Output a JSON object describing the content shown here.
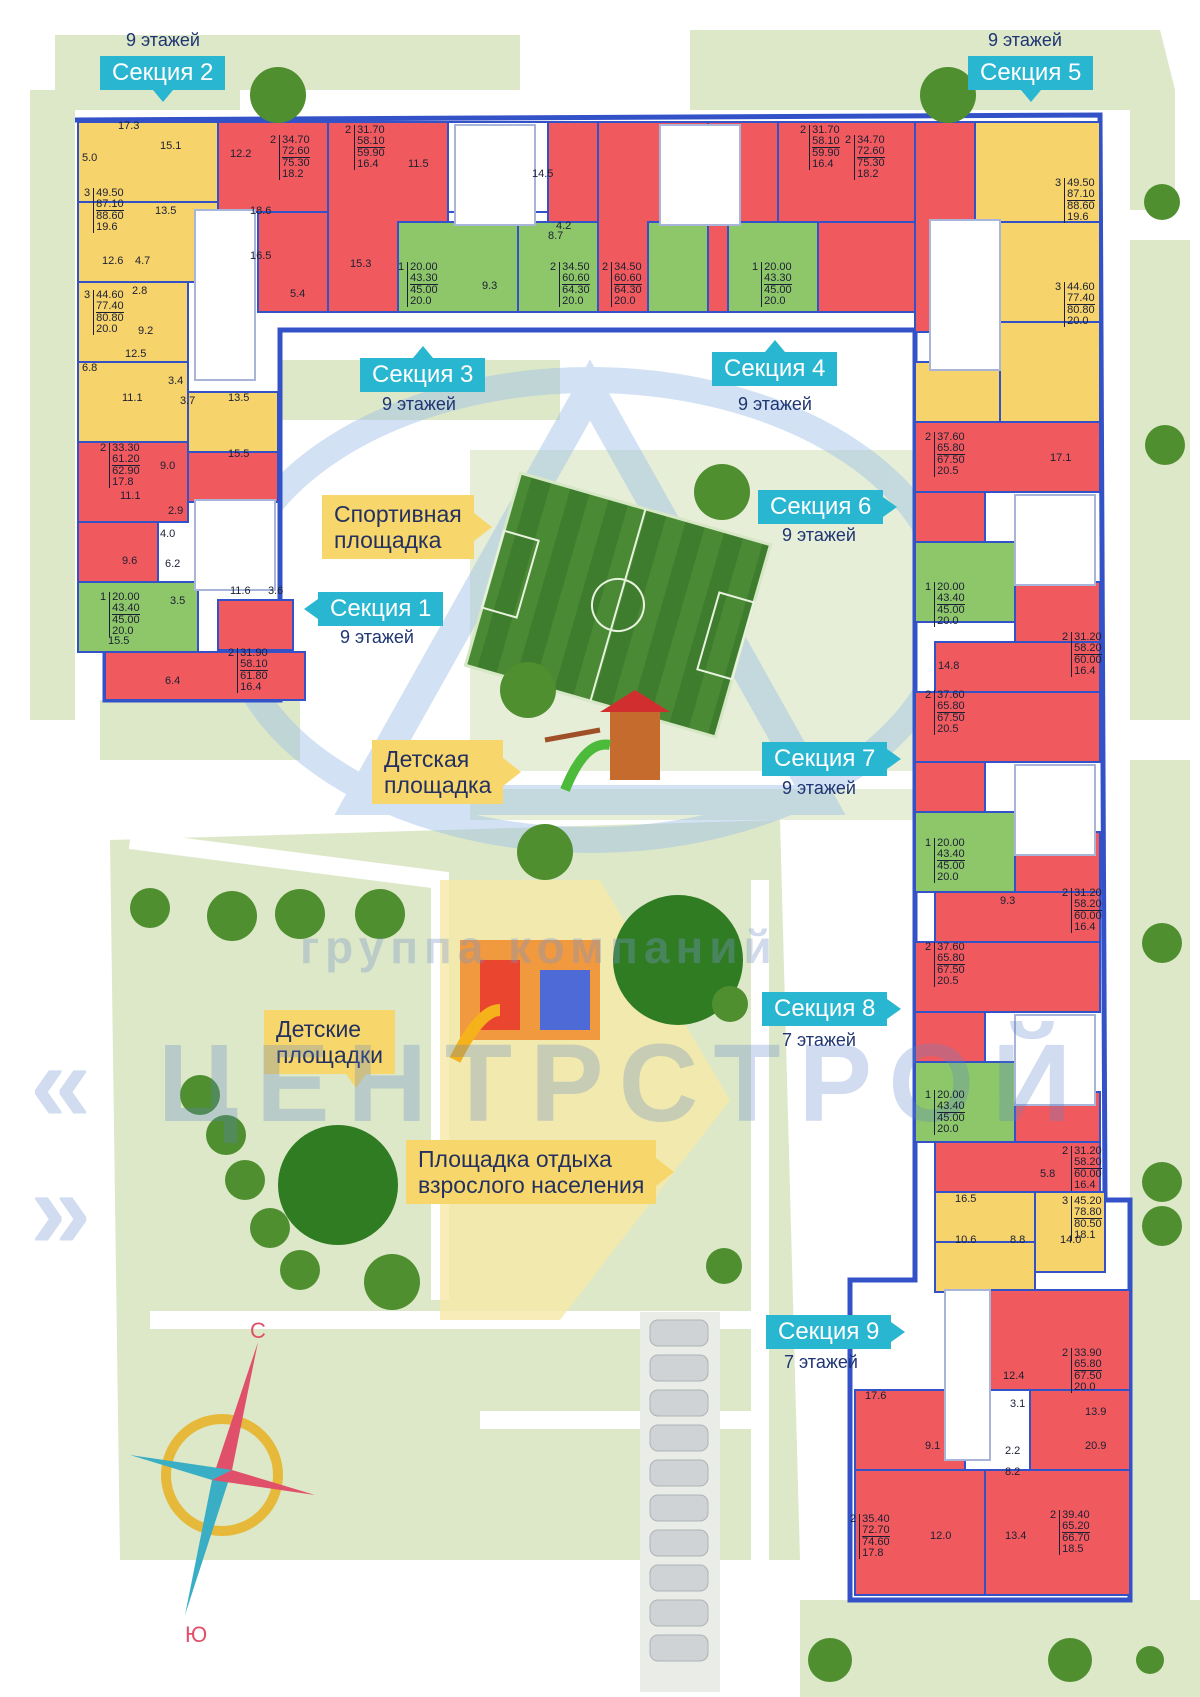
{
  "sections": [
    {
      "key": "s1",
      "label": "Секция 1",
      "floors": "9 этажей"
    },
    {
      "key": "s2",
      "label": "Секция 2",
      "floors": "9 этажей"
    },
    {
      "key": "s3",
      "label": "Секция 3",
      "floors": "9 этажей"
    },
    {
      "key": "s4",
      "label": "Секция 4",
      "floors": "9 этажей"
    },
    {
      "key": "s5",
      "label": "Секция 5",
      "floors": "9 этажей"
    },
    {
      "key": "s6",
      "label": "Секция 6",
      "floors": "9 этажей"
    },
    {
      "key": "s7",
      "label": "Секция 7",
      "floors": "9 этажей"
    },
    {
      "key": "s8",
      "label": "Секция 8",
      "floors": "7 этажей"
    },
    {
      "key": "s9",
      "label": "Секция 9",
      "floors": "7 этажей"
    }
  ],
  "amenities": {
    "sport": [
      "Спортивная",
      "площадка"
    ],
    "kids": [
      "Детская",
      "площадка"
    ],
    "kids_multi": [
      "Детские",
      "площадки"
    ],
    "adults": [
      "Площадка отдыха",
      "взрослого населения"
    ]
  },
  "brand": {
    "top": "группа компаний",
    "main": "« ЦЕНТРСТРОЙ »"
  },
  "compass": {
    "north": "С",
    "south": "Ю"
  },
  "colors": {
    "one_room": "#8ec66a",
    "two_room": "#f05a5e",
    "three_room": "#f6d36b",
    "core": "#ffffff",
    "outline": "#3452c8",
    "section_label": "#29b6d1",
    "amenity_label": "#f7d76b",
    "grass": "#dde8c8",
    "road": "#ffffff"
  },
  "apartments": [
    {
      "name": "apt-s2-a",
      "rooms": "3",
      "values": [
        "49.50",
        "87.10",
        "88.60",
        "19.6"
      ]
    },
    {
      "name": "apt-s2-b",
      "rooms": "3",
      "values": [
        "44.60",
        "77.40",
        "80.80",
        "20.0"
      ]
    },
    {
      "name": "apt-s2-c",
      "rooms": "2",
      "values": [
        "34.70",
        "72.60",
        "75.30",
        "18.2"
      ]
    },
    {
      "name": "apt-s3-a",
      "rooms": "2",
      "values": [
        "31.70",
        "58.10",
        "59.90",
        "16.4"
      ]
    },
    {
      "name": "apt-s3-b",
      "rooms": "1",
      "values": [
        "20.00",
        "43.30",
        "45.00",
        "20.0"
      ]
    },
    {
      "name": "apt-s3-c",
      "rooms": "2",
      "values": [
        "34.50",
        "60.60",
        "64.30",
        "20.0"
      ]
    },
    {
      "name": "apt-s4-a",
      "rooms": "2",
      "values": [
        "34.50",
        "60.60",
        "64.30",
        "20.0"
      ]
    },
    {
      "name": "apt-s4-b",
      "rooms": "1",
      "values": [
        "20.00",
        "43.30",
        "45.00",
        "20.0"
      ]
    },
    {
      "name": "apt-s4-c",
      "rooms": "2",
      "values": [
        "31.70",
        "58.10",
        "59.90",
        "16.4"
      ]
    },
    {
      "name": "apt-s5-c",
      "rooms": "2",
      "values": [
        "34.70",
        "72.60",
        "75.30",
        "18.2"
      ]
    },
    {
      "name": "apt-s5-a",
      "rooms": "3",
      "values": [
        "49.50",
        "87.10",
        "88.60",
        "19.6"
      ]
    },
    {
      "name": "apt-s5-b",
      "rooms": "3",
      "values": [
        "44.60",
        "77.40",
        "80.80",
        "20.0"
      ]
    },
    {
      "name": "apt-s1-a",
      "rooms": "2",
      "values": [
        "33.30",
        "61.20",
        "62.90",
        "17.8"
      ]
    },
    {
      "name": "apt-s1-b",
      "rooms": "1",
      "values": [
        "20.00",
        "43.40",
        "45.00",
        "20.0"
      ]
    },
    {
      "name": "apt-s1-c",
      "rooms": "2",
      "values": [
        "31.90",
        "58.10",
        "61.80",
        "16.4"
      ]
    },
    {
      "name": "apt-s6-a",
      "rooms": "2",
      "values": [
        "37.60",
        "65.80",
        "67.50",
        "20.5"
      ]
    },
    {
      "name": "apt-s6-b",
      "rooms": "1",
      "values": [
        "20.00",
        "43.40",
        "45.00",
        "20.0"
      ]
    },
    {
      "name": "apt-s6-c",
      "rooms": "2",
      "values": [
        "31.20",
        "58.20",
        "60.00",
        "16.4"
      ]
    },
    {
      "name": "apt-s7-a",
      "rooms": "2",
      "values": [
        "37.60",
        "65.80",
        "67.50",
        "20.5"
      ]
    },
    {
      "name": "apt-s7-b",
      "rooms": "1",
      "values": [
        "20.00",
        "43.40",
        "45.00",
        "20.0"
      ]
    },
    {
      "name": "apt-s7-c",
      "rooms": "2",
      "values": [
        "31.20",
        "58.20",
        "60.00",
        "16.4"
      ]
    },
    {
      "name": "apt-s8-a",
      "rooms": "2",
      "values": [
        "37.60",
        "65.80",
        "67.50",
        "20.5"
      ]
    },
    {
      "name": "apt-s8-b",
      "rooms": "1",
      "values": [
        "20.00",
        "43.40",
        "45.00",
        "20.0"
      ]
    },
    {
      "name": "apt-s8-c",
      "rooms": "2",
      "values": [
        "31.20",
        "58.20",
        "60.00",
        "16.4"
      ]
    },
    {
      "name": "apt-s8-d",
      "rooms": "3",
      "values": [
        "45.20",
        "78.80",
        "80.50",
        "18.1"
      ]
    },
    {
      "name": "apt-s9-a",
      "rooms": "2",
      "values": [
        "33.90",
        "65.80",
        "67.50",
        "20.0"
      ]
    },
    {
      "name": "apt-s9-b",
      "rooms": "2",
      "values": [
        "35.40",
        "72.70",
        "74.60",
        "17.8"
      ]
    },
    {
      "name": "apt-s9-c",
      "rooms": "2",
      "values": [
        "39.40",
        "65.20",
        "66.70",
        "18.5"
      ]
    }
  ],
  "room_areas": [
    {
      "name": "room-1",
      "value": "17.3"
    },
    {
      "name": "room-2",
      "value": "15.1"
    },
    {
      "name": "room-3",
      "value": "12.2"
    },
    {
      "name": "room-4",
      "value": "5.0"
    },
    {
      "name": "room-5",
      "value": "13.5"
    },
    {
      "name": "room-6",
      "value": "12.6"
    },
    {
      "name": "room-7",
      "value": "4.7"
    },
    {
      "name": "room-8",
      "value": "2.8"
    },
    {
      "name": "room-9",
      "value": "9.2"
    },
    {
      "name": "room-10",
      "value": "12.5"
    },
    {
      "name": "room-11",
      "value": "6.8"
    },
    {
      "name": "room-12",
      "value": "11.1"
    },
    {
      "name": "room-13",
      "value": "3.4"
    },
    {
      "name": "room-14",
      "value": "3.7"
    },
    {
      "name": "room-15",
      "value": "13.5"
    },
    {
      "name": "room-16",
      "value": "15.5"
    },
    {
      "name": "room-17",
      "value": "9.0"
    },
    {
      "name": "room-18",
      "value": "11.1"
    },
    {
      "name": "room-19",
      "value": "2.9"
    },
    {
      "name": "room-20",
      "value": "4.0"
    },
    {
      "name": "room-21",
      "value": "9.6"
    },
    {
      "name": "room-22",
      "value": "6.2"
    },
    {
      "name": "room-23",
      "value": "3.5"
    },
    {
      "name": "room-24",
      "value": "11.6"
    },
    {
      "name": "room-25",
      "value": "3.6"
    },
    {
      "name": "room-26",
      "value": "15.5"
    },
    {
      "name": "room-27",
      "value": "6.4"
    },
    {
      "name": "room-28",
      "value": "18.6"
    },
    {
      "name": "room-29",
      "value": "16.5"
    },
    {
      "name": "room-30",
      "value": "5.4"
    },
    {
      "name": "room-31",
      "value": "15.3"
    },
    {
      "name": "room-32",
      "value": "11.5"
    },
    {
      "name": "room-33",
      "value": "14.5"
    },
    {
      "name": "room-34",
      "value": "4.2"
    },
    {
      "name": "room-35",
      "value": "8.7"
    },
    {
      "name": "room-36",
      "value": "9.3"
    },
    {
      "name": "room-37",
      "value": "17.1"
    },
    {
      "name": "room-38",
      "value": "14.8"
    },
    {
      "name": "room-39",
      "value": "9.3"
    },
    {
      "name": "room-40",
      "value": "16.5"
    },
    {
      "name": "room-41",
      "value": "10.6"
    },
    {
      "name": "room-42",
      "value": "8.8"
    },
    {
      "name": "room-43",
      "value": "14.0"
    },
    {
      "name": "room-44",
      "value": "5.8"
    },
    {
      "name": "room-45",
      "value": "12.4"
    },
    {
      "name": "room-46",
      "value": "13.9"
    },
    {
      "name": "room-47",
      "value": "20.9"
    },
    {
      "name": "room-48",
      "value": "17.6"
    },
    {
      "name": "room-49",
      "value": "9.1"
    },
    {
      "name": "room-50",
      "value": "8.2"
    },
    {
      "name": "room-51",
      "value": "12.0"
    },
    {
      "name": "room-52",
      "value": "13.4"
    },
    {
      "name": "room-53",
      "value": "2.2"
    },
    {
      "name": "room-54",
      "value": "3.1"
    }
  ]
}
